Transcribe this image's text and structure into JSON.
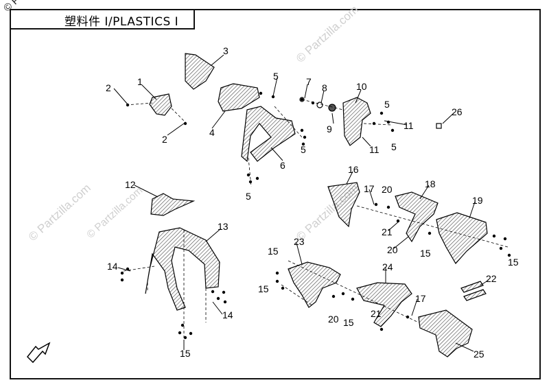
{
  "title": "塑料件 I/PLASTICS I",
  "copyright": "© Partzilla.com",
  "watermarks": [
    "© Partzilla.com",
    "© Partzilla.com",
    "© Partzilla.com",
    "© Partzilla.com"
  ],
  "callouts": [
    {
      "n": "1"
    },
    {
      "n": "2"
    },
    {
      "n": "2"
    },
    {
      "n": "3"
    },
    {
      "n": "4"
    },
    {
      "n": "5"
    },
    {
      "n": "5"
    },
    {
      "n": "5"
    },
    {
      "n": "5"
    },
    {
      "n": "5"
    },
    {
      "n": "6"
    },
    {
      "n": "7"
    },
    {
      "n": "8"
    },
    {
      "n": "9"
    },
    {
      "n": "10"
    },
    {
      "n": "11"
    },
    {
      "n": "11"
    },
    {
      "n": "12"
    },
    {
      "n": "13"
    },
    {
      "n": "14"
    },
    {
      "n": "14"
    },
    {
      "n": "15"
    },
    {
      "n": "15"
    },
    {
      "n": "15"
    },
    {
      "n": "15"
    },
    {
      "n": "15"
    },
    {
      "n": "15"
    },
    {
      "n": "16"
    },
    {
      "n": "17"
    },
    {
      "n": "17"
    },
    {
      "n": "18"
    },
    {
      "n": "19"
    },
    {
      "n": "20"
    },
    {
      "n": "20"
    },
    {
      "n": "20"
    },
    {
      "n": "21"
    },
    {
      "n": "21"
    },
    {
      "n": "22"
    },
    {
      "n": "23"
    },
    {
      "n": "24"
    },
    {
      "n": "25"
    },
    {
      "n": "26"
    }
  ]
}
